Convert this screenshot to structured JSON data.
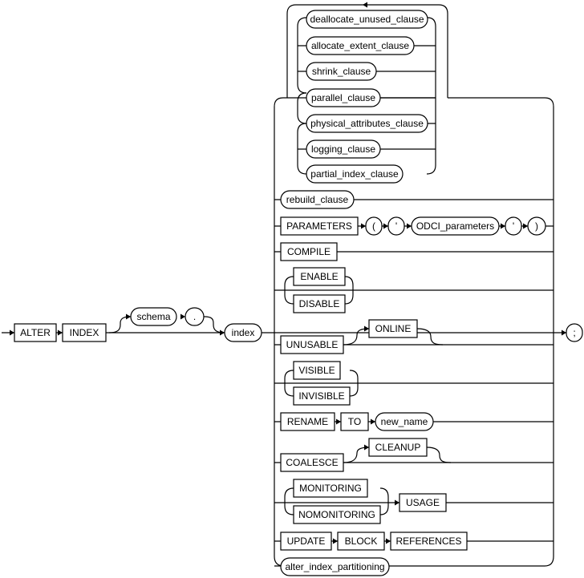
{
  "diagram": {
    "kw_alter": "ALTER",
    "kw_index": "INDEX",
    "nt_schema": "schema",
    "sym_dot": ".",
    "nt_index": "index",
    "sym_semicolon": ";",
    "loop_items": [
      "deallocate_unused_clause",
      "allocate_extent_clause",
      "shrink_clause",
      "parallel_clause",
      "physical_attributes_clause",
      "logging_clause",
      "partial_index_clause"
    ],
    "nt_rebuild": "rebuild_clause",
    "kw_parameters": "PARAMETERS",
    "sym_lparen": "(",
    "sym_quote_open": "'",
    "nt_odci": "ODCI_parameters",
    "sym_quote_close": "'",
    "sym_rparen": ")",
    "kw_compile": "COMPILE",
    "kw_enable": "ENABLE",
    "kw_disable": "DISABLE",
    "kw_unusable": "UNUSABLE",
    "kw_online": "ONLINE",
    "kw_visible": "VISIBLE",
    "kw_invisible": "INVISIBLE",
    "kw_rename": "RENAME",
    "kw_to": "TO",
    "nt_new_name": "new_name",
    "kw_coalesce": "COALESCE",
    "kw_cleanup": "CLEANUP",
    "kw_monitoring": "MONITORING",
    "kw_nomonitoring": "NOMONITORING",
    "kw_usage": "USAGE",
    "kw_update": "UPDATE",
    "kw_block": "BLOCK",
    "kw_references": "REFERENCES",
    "nt_alter_index_partitioning": "alter_index_partitioning"
  }
}
